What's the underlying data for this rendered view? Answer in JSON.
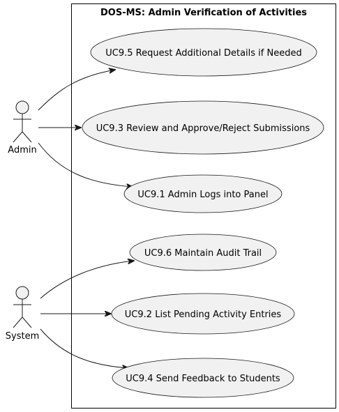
{
  "system": {
    "title": "DOS-MS: Admin Verification of Activities"
  },
  "actors": [
    {
      "id": "admin",
      "label": "Admin"
    },
    {
      "id": "system",
      "label": "System"
    }
  ],
  "use_cases": [
    {
      "id": "uc95",
      "label": "UC9.5 Request Additional Details if Needed"
    },
    {
      "id": "uc93",
      "label": "UC9.3 Review and Approve/Reject Submissions"
    },
    {
      "id": "uc91",
      "label": "UC9.1 Admin Logs into Panel"
    },
    {
      "id": "uc96",
      "label": "UC9.6 Maintain Audit Trail"
    },
    {
      "id": "uc92",
      "label": "UC9.2 List Pending Activity Entries"
    },
    {
      "id": "uc94",
      "label": "UC9.4 Send Feedback to Students"
    }
  ],
  "associations": [
    {
      "from": "admin",
      "to": "uc95"
    },
    {
      "from": "admin",
      "to": "uc93"
    },
    {
      "from": "admin",
      "to": "uc91"
    },
    {
      "from": "system",
      "to": "uc96"
    },
    {
      "from": "system",
      "to": "uc92"
    },
    {
      "from": "system",
      "to": "uc94"
    }
  ],
  "colors": {
    "shape_fill": "#f1f1f1",
    "stroke": "#181818",
    "text": "#000000"
  }
}
